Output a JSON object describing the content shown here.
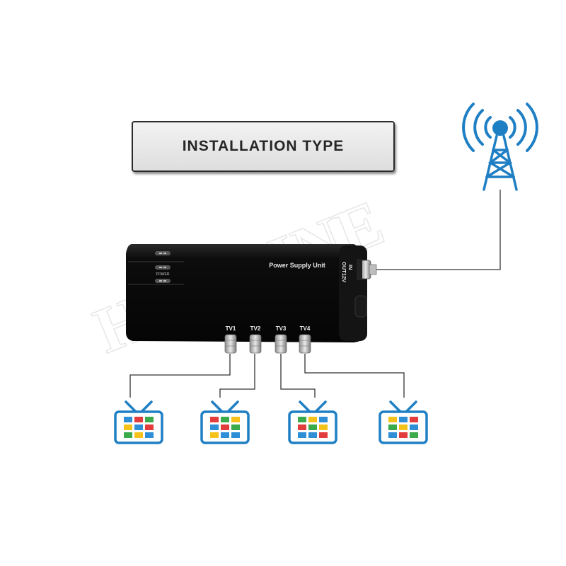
{
  "title": "INSTALLATION TYPE",
  "watermark": "HDALINE",
  "device": {
    "label": "Power Supply Unit",
    "power_label": "POWER",
    "port_out": "OUT12V",
    "port_in": "IN",
    "outputs": [
      "TV1",
      "TV2",
      "TV3",
      "TV4"
    ]
  },
  "colors": {
    "antenna": "#1f7fc4",
    "tv_outline": "#1f7fc4",
    "tv_tiles": [
      "#2f8fd6",
      "#e23c3c",
      "#3aaa4a",
      "#f5c21b",
      "#2f8fd6",
      "#e23c3c",
      "#3aaa4a",
      "#f5c21b",
      "#2f8fd6"
    ],
    "device_body": "#0e0e0e",
    "line": "#333333"
  },
  "icons": [
    "antenna-tower-icon",
    "tv-icon"
  ]
}
